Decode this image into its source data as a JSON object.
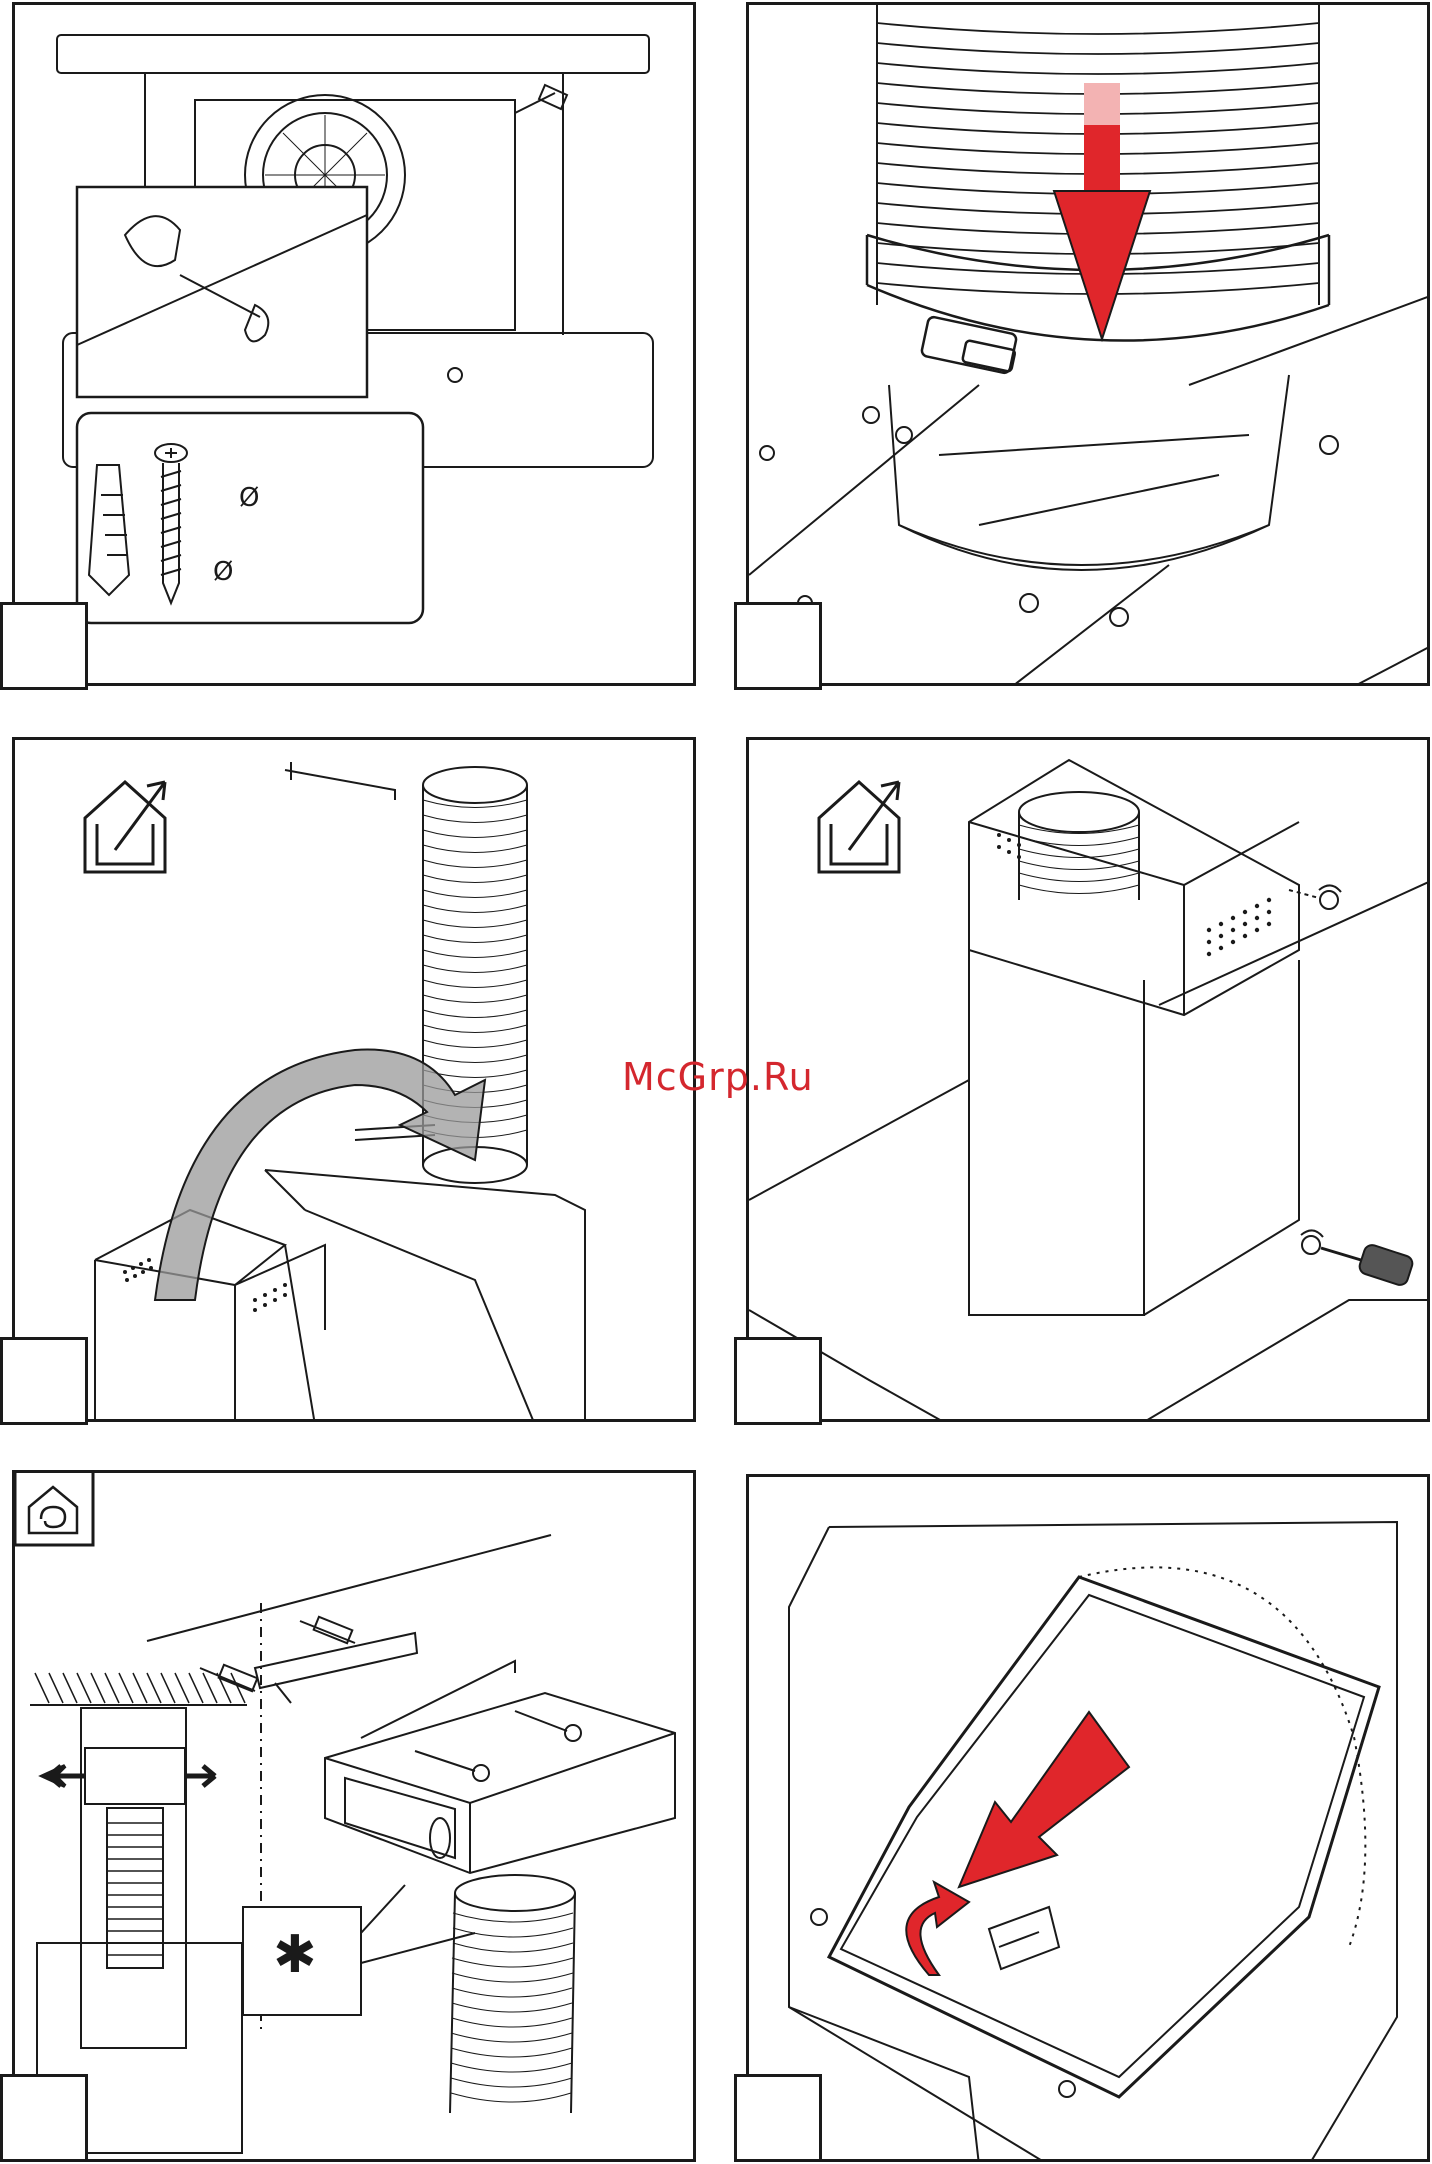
{
  "watermark": {
    "text": "McGrp.Ru",
    "color": "#d4272e"
  },
  "colors": {
    "line": "#1a1a1a",
    "arrow": "#e0262b",
    "arrow_fade": "#f3b3b3",
    "hatch": "#333333"
  },
  "panels": [
    {
      "id": "p1",
      "name": "screw-and-dowel-mounting",
      "icons": [
        "screw-icon",
        "wall-plug-icon",
        "diameter-icon"
      ],
      "diameter_symbol_1": "Ø",
      "diameter_symbol_2": "Ø"
    },
    {
      "id": "p2",
      "name": "duct-clamp-fitting",
      "icons": [
        "hose-clamp-icon",
        "down-arrow-icon"
      ]
    },
    {
      "id": "p3",
      "name": "chimney-over-duct",
      "icons": [
        "ducted-mode-icon",
        "curved-arrow-icon"
      ]
    },
    {
      "id": "p4",
      "name": "chimney-screw-fixing",
      "icons": [
        "ducted-mode-icon",
        "screwdriver-icon"
      ]
    },
    {
      "id": "p5",
      "name": "recirculation-deflector",
      "icons": [
        "recirculation-mode-icon",
        "asterisk-icon"
      ],
      "callout_symbol": "✱"
    },
    {
      "id": "p6",
      "name": "filter-insertion",
      "icons": [
        "grease-filter-icon",
        "insert-arrow-icon",
        "rotate-arrow-icon"
      ]
    }
  ]
}
